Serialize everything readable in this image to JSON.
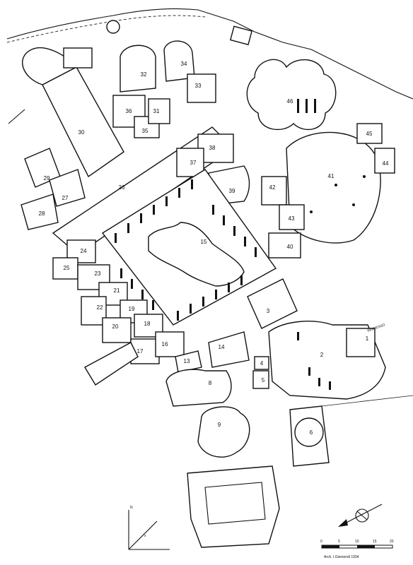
{
  "rooms": [
    {
      "label": "1"
    },
    {
      "label": "2"
    },
    {
      "label": "3"
    },
    {
      "label": "4"
    },
    {
      "label": "5"
    },
    {
      "label": "6"
    },
    {
      "label": "8"
    },
    {
      "label": "9"
    },
    {
      "label": "13"
    },
    {
      "label": "14"
    },
    {
      "label": "15"
    },
    {
      "label": "16"
    },
    {
      "label": "17"
    },
    {
      "label": "18"
    },
    {
      "label": "19"
    },
    {
      "label": "20"
    },
    {
      "label": "21"
    },
    {
      "label": "22"
    },
    {
      "label": "23"
    },
    {
      "label": "24"
    },
    {
      "label": "25"
    },
    {
      "label": "26"
    },
    {
      "label": "27"
    },
    {
      "label": "28"
    },
    {
      "label": "29"
    },
    {
      "label": "30"
    },
    {
      "label": "31"
    },
    {
      "label": "32"
    },
    {
      "label": "33"
    },
    {
      "label": "34"
    },
    {
      "label": "35"
    },
    {
      "label": "36"
    },
    {
      "label": "37"
    },
    {
      "label": "38"
    },
    {
      "label": "39"
    },
    {
      "label": "40"
    },
    {
      "label": "41"
    },
    {
      "label": "42"
    },
    {
      "label": "43"
    },
    {
      "label": "44"
    },
    {
      "label": "45"
    },
    {
      "label": "46"
    }
  ],
  "street_label": "INGRESSO",
  "credit": "Arch. I.Gismondi 1934",
  "scale_ticks": [
    "0",
    "5",
    "10",
    "15",
    "20"
  ],
  "axis_labels": {
    "vertical": "N",
    "diagonal": "x"
  }
}
